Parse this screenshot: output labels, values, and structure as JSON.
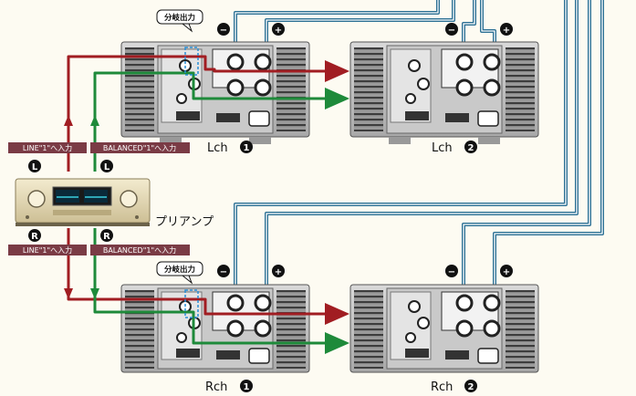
{
  "diagram": {
    "amps": [
      {
        "label": "Lch ",
        "number": "1"
      },
      {
        "label": "Lch ",
        "number": "2"
      },
      {
        "label": "Rch ",
        "number": "1"
      },
      {
        "label": "Rch ",
        "number": "2"
      }
    ],
    "split_output_label": "分岐出力",
    "preamp_label": "プリアンプ",
    "line_input_label": "LINE\"1\"へ入力",
    "balanced_input_label": "BALANCED\"1\"へ入力",
    "left_channel_mark": "L",
    "right_channel_mark": "R",
    "minus_mark": "−",
    "plus_mark": "+"
  },
  "colors": {
    "unbalanced_cable": "#a11d22",
    "balanced_cable": "#1e8a3a",
    "speaker_cable": "#2a6f93",
    "tag_background": "#7a3b45"
  }
}
